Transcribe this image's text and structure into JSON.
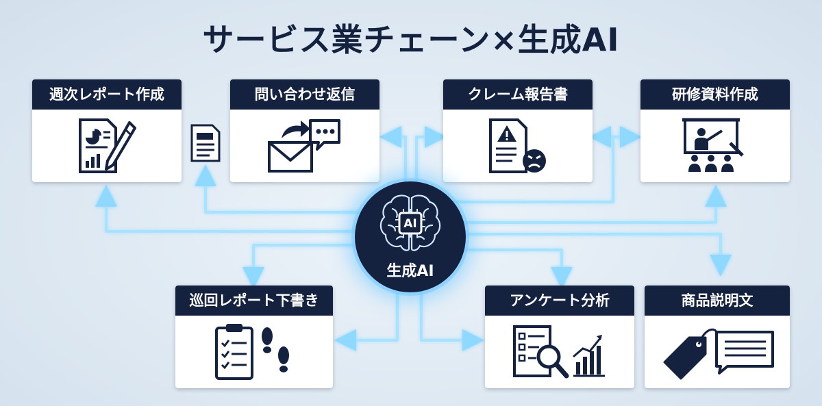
{
  "title": "サービス業チェーン×生成AI",
  "hub": {
    "chip_text": "AI",
    "label": "生成AI"
  },
  "cards": [
    {
      "id": "weekly-report",
      "label": "週次レポート作成",
      "icon": "report-pen-icon"
    },
    {
      "id": "inquiry-reply",
      "label": "問い合わせ返信",
      "icon": "envelope-chat-icon"
    },
    {
      "id": "complaint-report",
      "label": "クレーム報告書",
      "icon": "warning-document-icon"
    },
    {
      "id": "training-material",
      "label": "研修資料作成",
      "icon": "presentation-icon"
    },
    {
      "id": "patrol-report",
      "label": "巡回レポート下書き",
      "icon": "clipboard-footsteps-icon"
    },
    {
      "id": "survey-analysis",
      "label": "アンケート分析",
      "icon": "survey-magnifier-chart-icon"
    },
    {
      "id": "product-description",
      "label": "商品説明文",
      "icon": "price-tag-text-icon"
    }
  ],
  "colors": {
    "navy": "#14223f",
    "glow": "#7ad0ff",
    "background": "#dde8f2"
  }
}
